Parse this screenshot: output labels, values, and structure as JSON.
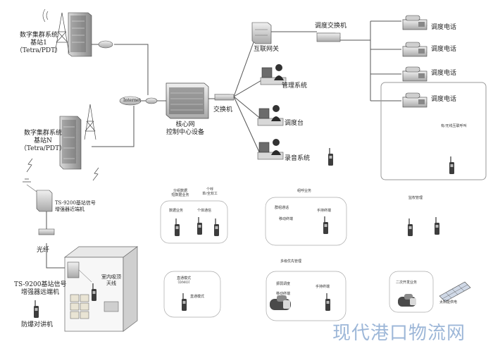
{
  "labels": {
    "base1_l1": "数字集群系统",
    "base1_l2": "基站1",
    "base1_l3": "（Tetra/PDT）",
    "baseN_l1": "数字集群系统",
    "baseN_l2": "基站N",
    "baseN_l3": "（Tetra/PDT）",
    "internet": "Internet",
    "core_l1": "核心网",
    "core_l2": "控制中心设备",
    "switch": "交换机",
    "gateway": "互联网关",
    "dispatch_switch": "调度交换机",
    "phone": "调度电话",
    "mgmt": "管理系统",
    "console": "调度台",
    "recorder": "录音系统",
    "wired_wireless": "有/无线互联呼叫",
    "repeater_l1": "TS-9200基站信号",
    "repeater_l2": "增强器近端机",
    "fiber": "光纤",
    "remote_l1": "TS-9200基站信号",
    "remote_l2": "增强器远端机",
    "indoor_l1": "室内吸顶",
    "indoor_l2": "天线",
    "explosion_radio": "防爆对讲机",
    "panel1_cap_a1": "分组数据",
    "panel1_cap_a2": "短数据业务",
    "panel1_cap_b1": "个呼",
    "panel1_cap_b2": "单/全双工",
    "panel1_data": "数据业务",
    "panel1_individual": "个体通信",
    "panel2_cap": "组呼业务",
    "panel2_group": "群组通话",
    "panel2_mobile": "移动终端",
    "panel2_handheld": "手持终端",
    "panel3_cap": "监权管理",
    "panel4_direct_l1": "直通模式",
    "panel4_direct_l2": "（DMO）",
    "panel4_direct_mode": "直通模式",
    "panel5_cap": "多级优先管理",
    "panel5_dispatch": "振弱调度",
    "panel5_mobile": "移动终端",
    "panel5_handheld": "手持终端",
    "panel6_dev": "二次开发业务",
    "panel6_solar": "太阳能供电",
    "watermark": "现代港口物流网"
  }
}
